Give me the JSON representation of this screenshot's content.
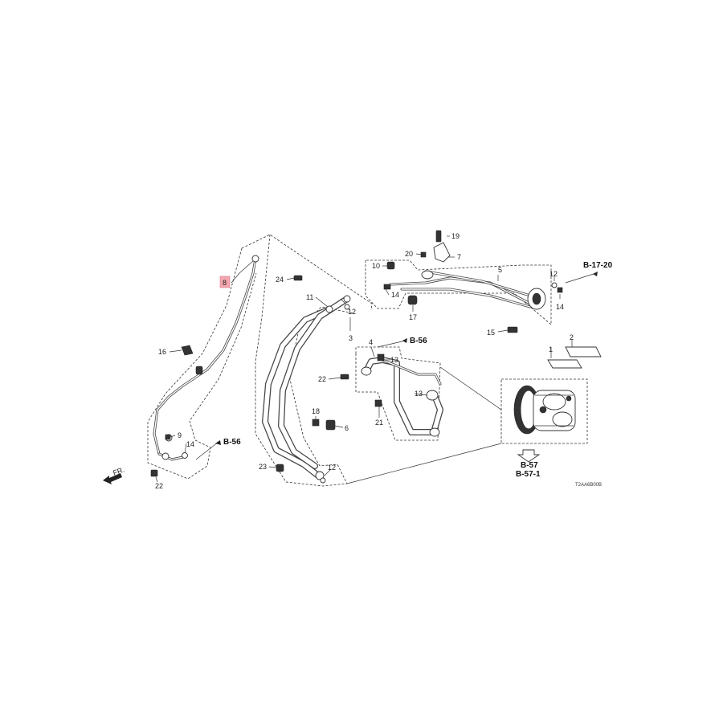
{
  "callouts": {
    "p1": "1",
    "p2": "2",
    "p3": "3",
    "p4": "4",
    "p5": "5",
    "p6": "6",
    "p7": "7",
    "p8": "8",
    "p9": "9",
    "p10": "10",
    "p11": "11",
    "p12a": "12",
    "p12b": "12",
    "p12c": "12",
    "p13a": "13",
    "p13b": "13",
    "p14a": "14",
    "p14b": "14",
    "p14c": "14",
    "p15": "15",
    "p16": "16",
    "p17": "17",
    "p18": "18",
    "p19": "19",
    "p20": "20",
    "p21": "21",
    "p22a": "22",
    "p22b": "22",
    "p23": "23",
    "p24": "24"
  },
  "references": {
    "b56a": "B-56",
    "b56b": "B-56",
    "b1720": "B-17-20",
    "b57": "B-57",
    "b571": "B-57-1"
  },
  "fr_label": "FR.",
  "diagram_code": "T2AA6B00B",
  "highlight_color": "#f4a7b0"
}
